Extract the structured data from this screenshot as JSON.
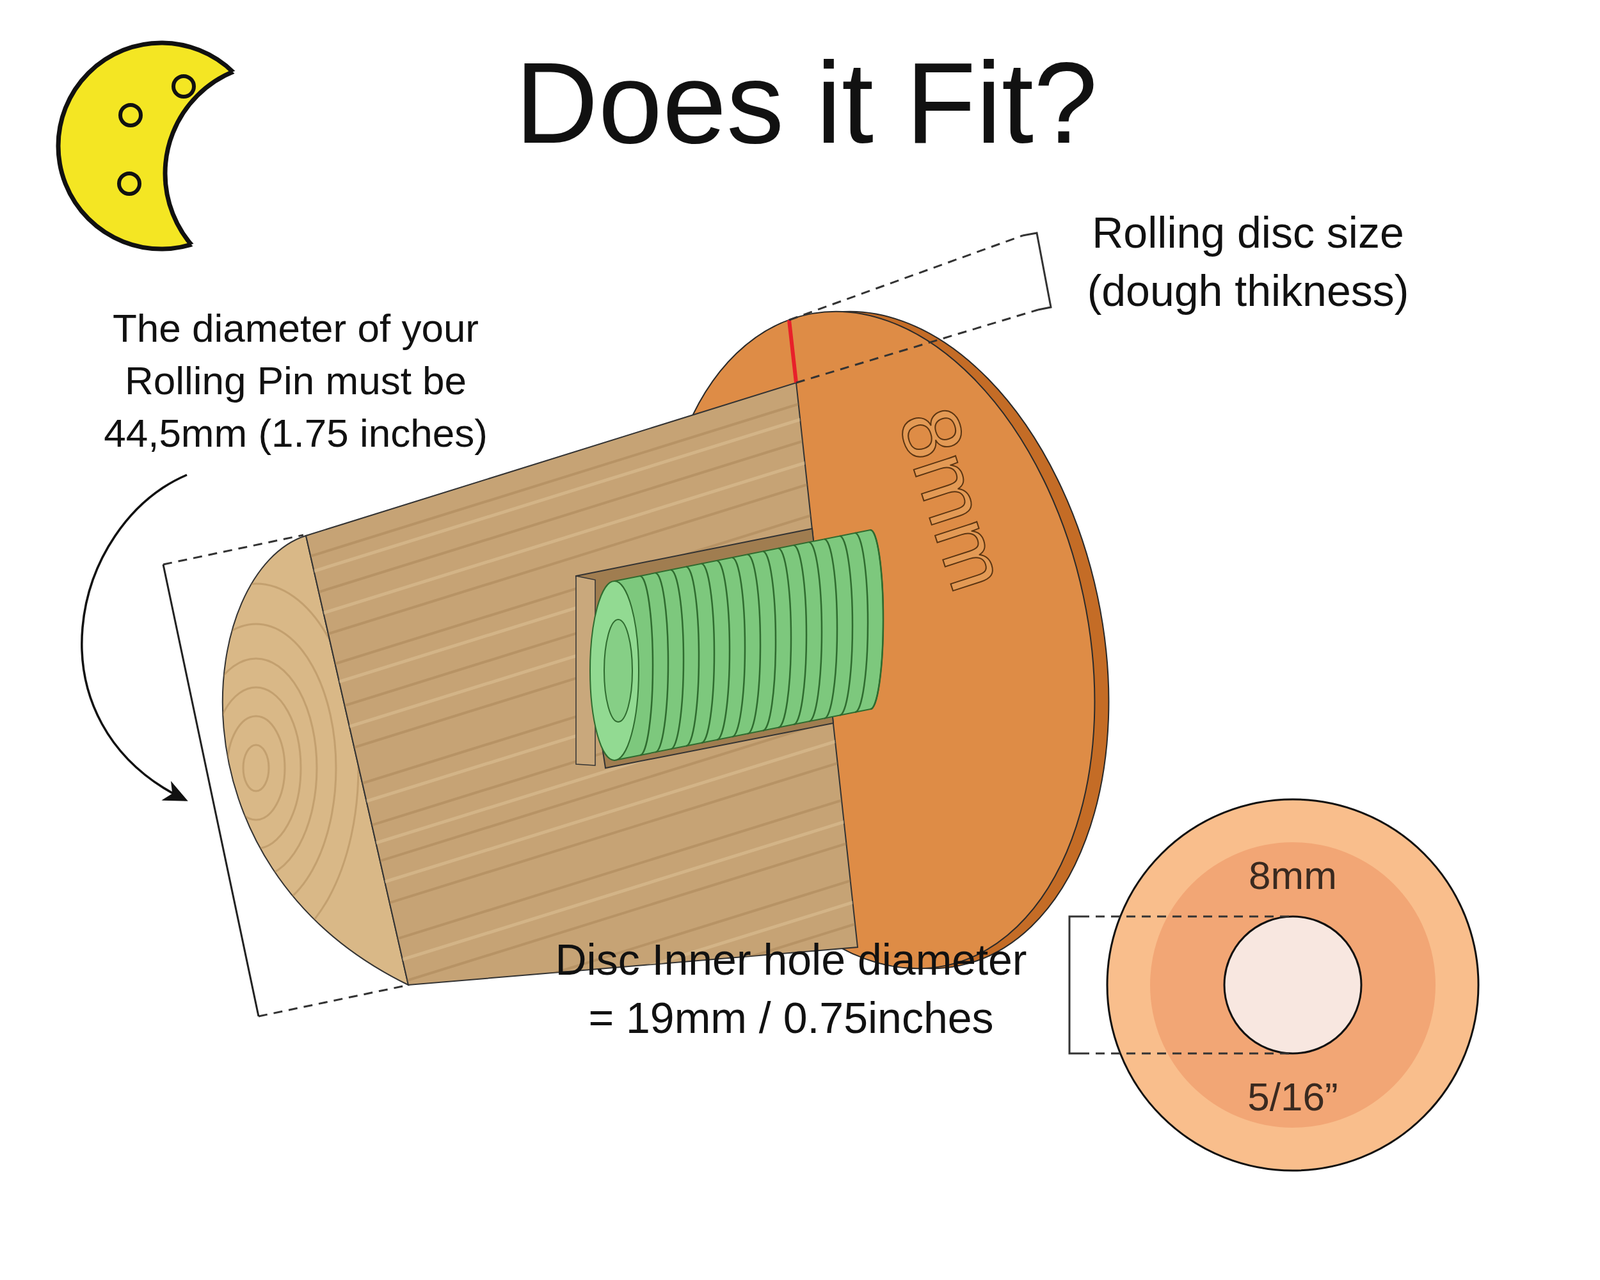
{
  "diagram": {
    "title": "Does it Fit?",
    "labels": [
      "Rolling disc size (dough thikness)",
      "The diameter of your Rolling Pin must be 44,5mm (1.75 inches)",
      "8mm",
      "Disc Inner hole diameter = 19mm / 0.75inches",
      "8mm",
      "5/16”"
    ]
  }
}
